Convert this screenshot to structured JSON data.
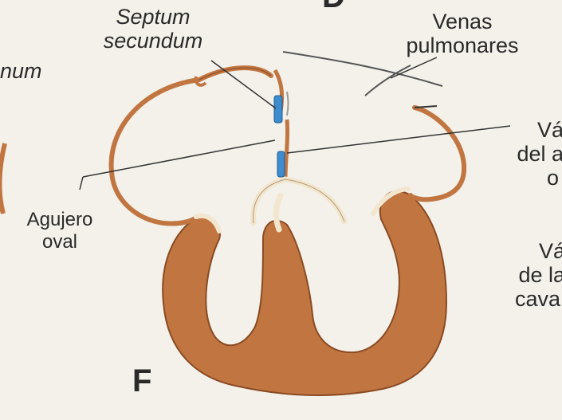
{
  "labels": {
    "septum_secundum": [
      "Septum",
      "secundum"
    ],
    "venas_pulmonares": [
      "Venas",
      "pulmonares"
    ],
    "agujero_oval": [
      "Agujero",
      "oval"
    ],
    "partial_num": "num",
    "partial_valvula_agujero": [
      "Vál",
      "del a",
      "o"
    ],
    "partial_valvula_cava": [
      "Vá",
      "de la",
      "cava"
    ],
    "panel_letter_top": "D",
    "panel_letter": "F"
  },
  "colors": {
    "background": "#f3f1ea",
    "heart_fill": "#c17642",
    "heart_stroke": "#8a4a22",
    "septum_blue": "#3d8ccf",
    "line": "#333333",
    "valve": "#f2e6cf"
  }
}
